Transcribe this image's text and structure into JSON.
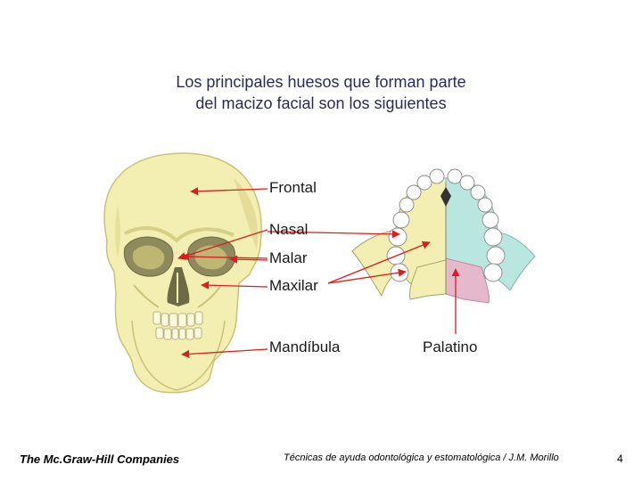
{
  "title": {
    "line1": "Los principales huesos que forman parte",
    "line2": "del macizo facial son los siguientes"
  },
  "labels": {
    "frontal": "Frontal",
    "nasal": "Nasal",
    "malar": "Malar",
    "maxilar": "Maxilar",
    "mandibula": "Mandíbula",
    "palatino": "Palatino"
  },
  "colors": {
    "bone": "#f3efb2",
    "bone_shadow": "#c9c27a",
    "palate_teal": "#b9e6df",
    "palatine_pink": "#e6b8cc",
    "arrow_red": "#d81e1e"
  },
  "footer": {
    "publisher": "The Mc.Graw-Hill Companies",
    "source": "Técnicas de ayuda odontológica y estomatológica / J.M. Morillo",
    "page": "4"
  }
}
